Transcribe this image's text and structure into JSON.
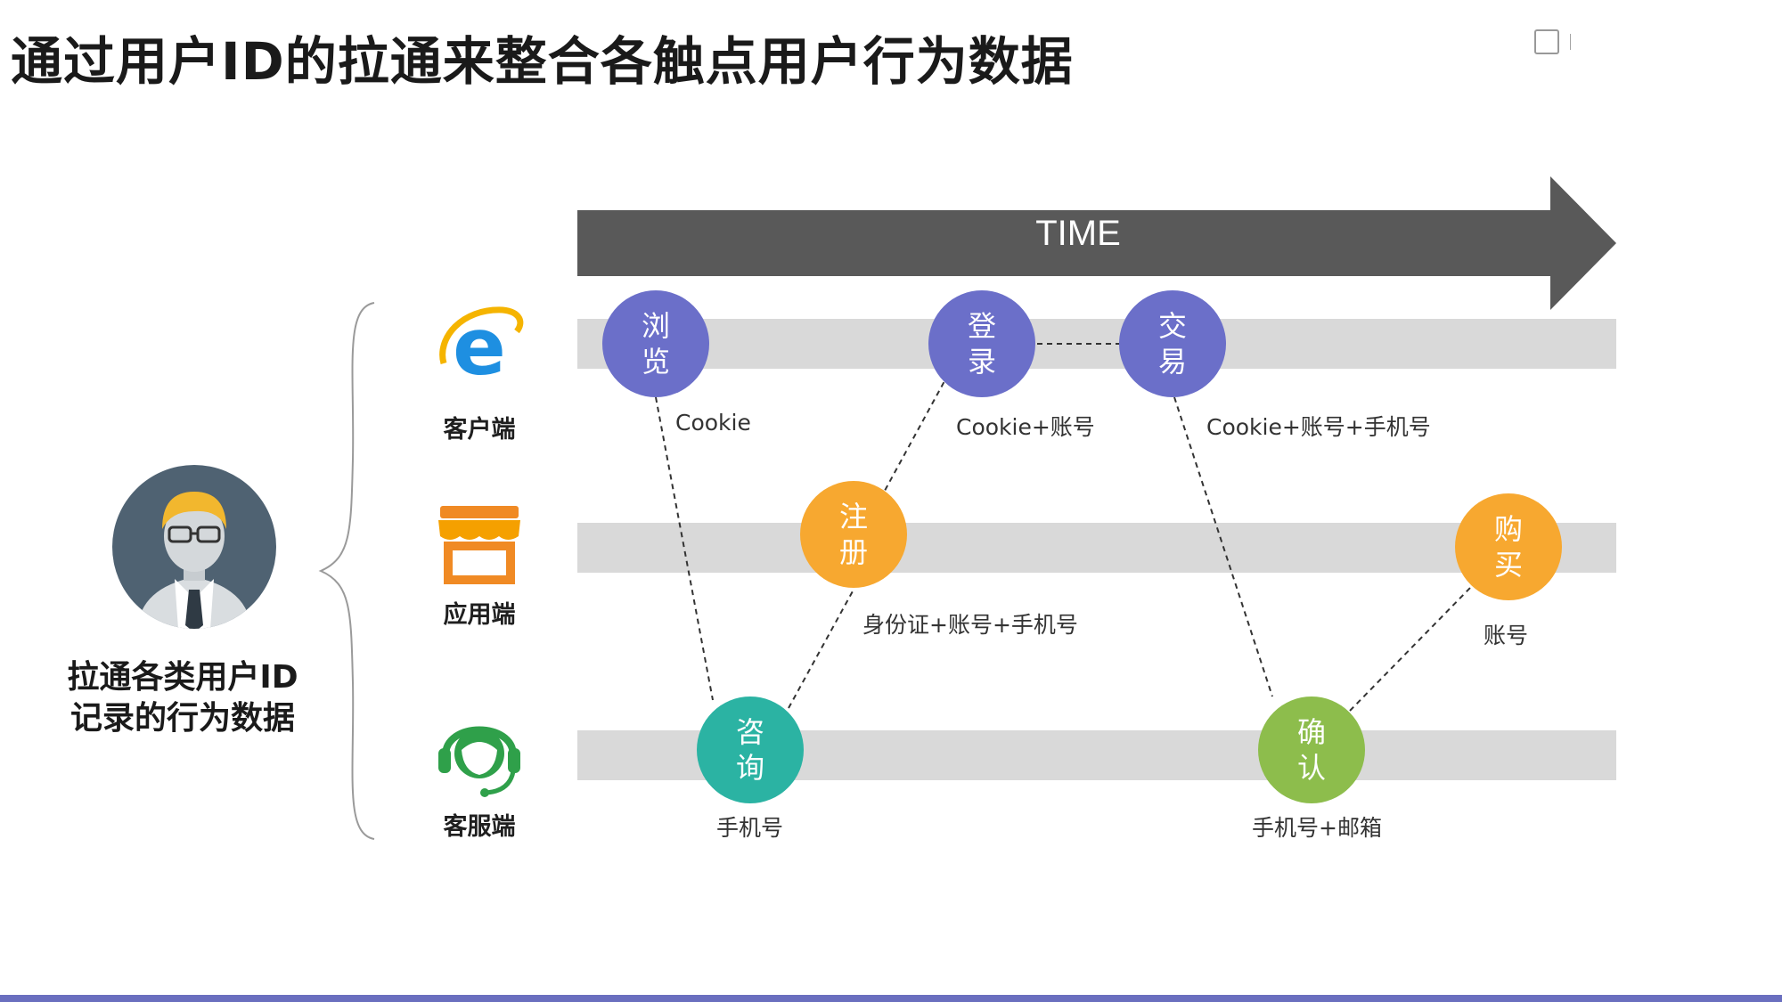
{
  "title": "通过用户ID的拉通来整合各触点用户行为数据",
  "logo": {
    "main": "",
    "sub": ""
  },
  "time_label": "TIME",
  "channels": [
    {
      "name": "客户端",
      "icon": "ie-browser-icon"
    },
    {
      "name": "应用端",
      "icon": "store-icon"
    },
    {
      "name": "客服端",
      "icon": "headset-icon"
    }
  ],
  "user": {
    "caption_line1": "拉通各类用户ID",
    "caption_line2": "记录的行为数据",
    "icon": "user-avatar-icon"
  },
  "nodes": {
    "browse": {
      "label": "浏览",
      "id_label": "Cookie",
      "color": "#6b6fc9"
    },
    "login": {
      "label": "登录",
      "id_label": "Cookie+账号",
      "color": "#6b6fc9"
    },
    "trade": {
      "label": "交易",
      "id_label": "Cookie+账号+手机号",
      "color": "#6b6fc9"
    },
    "register": {
      "label": "注册",
      "id_label": "身份证+账号+手机号",
      "color": "#f7a830"
    },
    "purchase": {
      "label": "购买",
      "id_label": "账号",
      "color": "#f7a830"
    },
    "consult": {
      "label": "咨询",
      "id_label": "手机号",
      "color": "#2bb3a3"
    },
    "confirm": {
      "label": "确认",
      "id_label": "手机号+邮箱",
      "color": "#8dbd4c"
    }
  },
  "colors": {
    "arrow": "#595959",
    "lane": "#d9d9d9",
    "footer": "#6a6fbf"
  }
}
